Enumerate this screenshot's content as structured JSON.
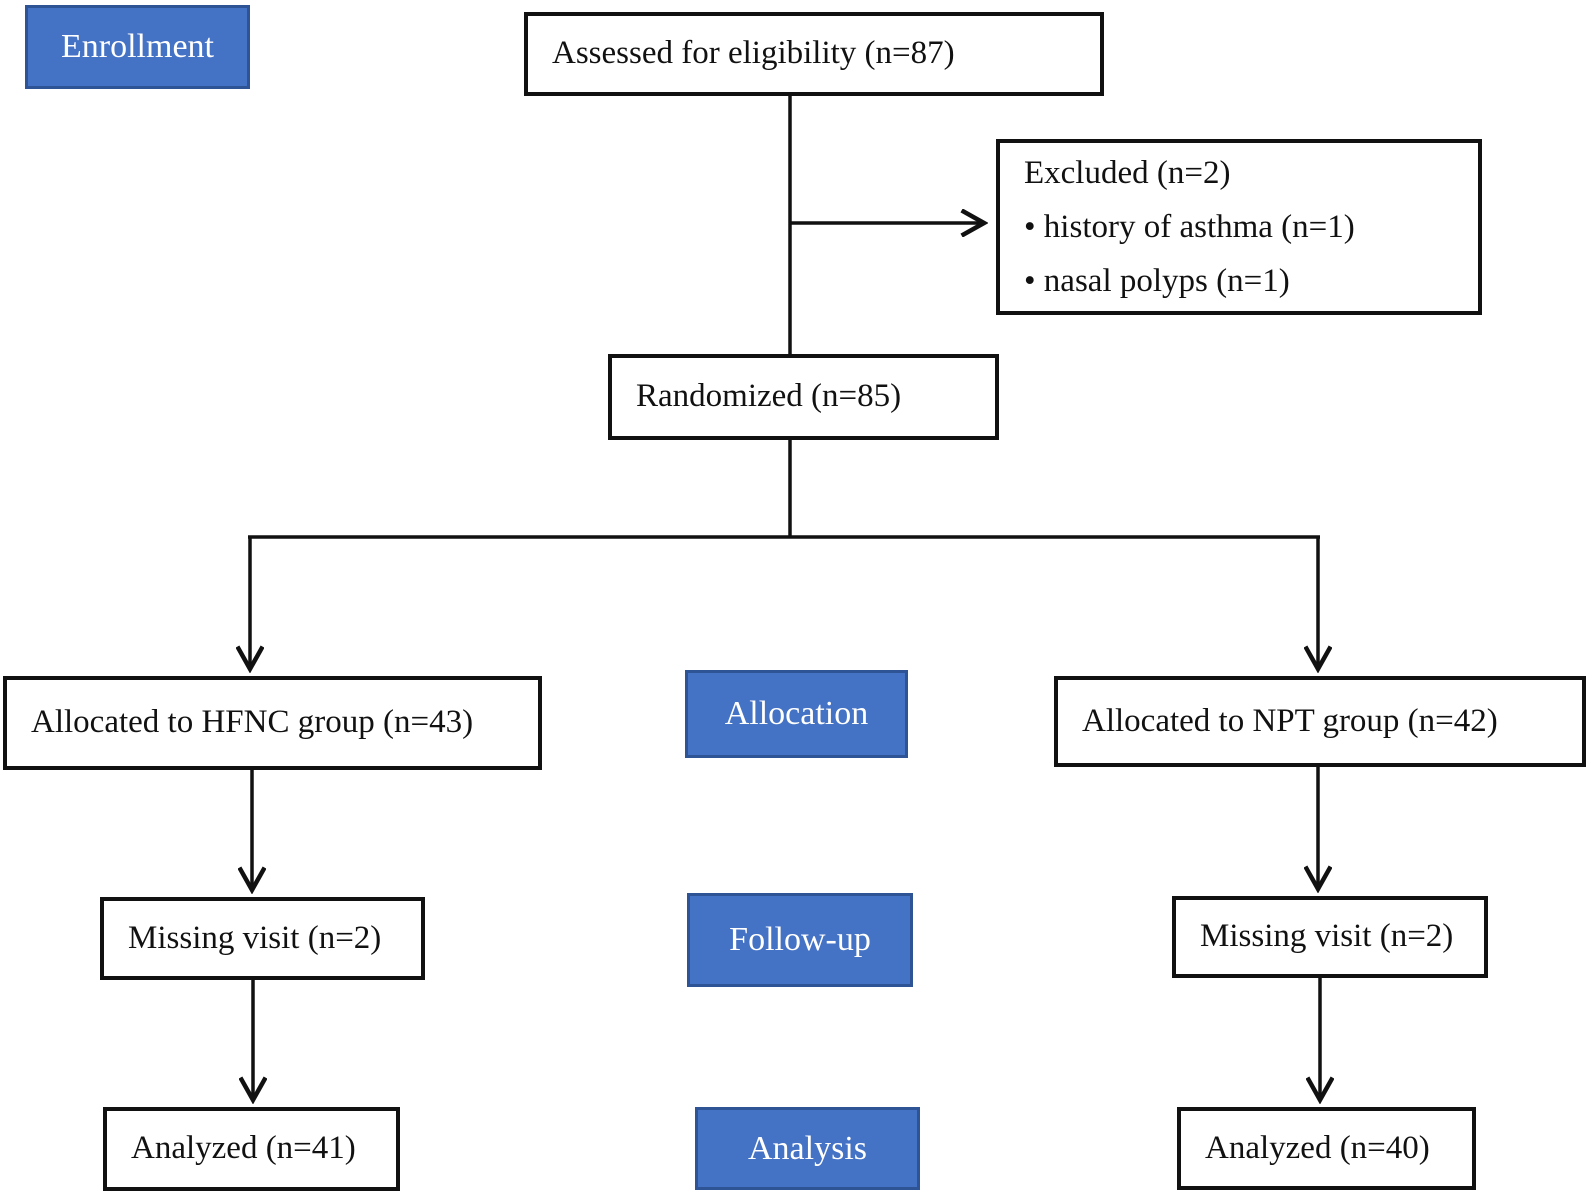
{
  "colors": {
    "stage_fill": "#4472c4",
    "stage_border": "#2f5496",
    "stage_text": "#ffffff",
    "line_color": "#111111",
    "box_fill": "#ffffff",
    "box_border": "#111111",
    "box_text": "#111111",
    "page_bg": "#ffffff"
  },
  "stages": {
    "enrollment": {
      "label": "Enrollment"
    },
    "allocation": {
      "label": "Allocation"
    },
    "followup": {
      "label": "Follow-up"
    },
    "analysis": {
      "label": "Analysis"
    }
  },
  "boxes": {
    "assessed": {
      "label": "Assessed for eligibility (n=87)"
    },
    "excluded": {
      "title": "Excluded (n=2)",
      "items": [
        "• history of asthma (n=1)",
        "• nasal polyps (n=1)"
      ]
    },
    "randomized": {
      "label": "Randomized (n=85)"
    },
    "allocated_hfnc": {
      "label": "Allocated to HFNC group (n=43)"
    },
    "allocated_npt": {
      "label": "Allocated to NPT group (n=42)"
    },
    "missing_hfnc": {
      "label": "Missing visit (n=2)"
    },
    "missing_npt": {
      "label": "Missing visit (n=2)"
    },
    "analyzed_hfnc": {
      "label": "Analyzed (n=41)"
    },
    "analyzed_npt": {
      "label": "Analyzed (n=40)"
    }
  },
  "edges": [
    {
      "from": "assessed",
      "to": "randomized",
      "arrow": false
    },
    {
      "from": "assessed",
      "to": "excluded",
      "arrow": true
    },
    {
      "from": "randomized",
      "to": "allocated_hfnc",
      "arrow": true
    },
    {
      "from": "randomized",
      "to": "allocated_npt",
      "arrow": true
    },
    {
      "from": "allocated_hfnc",
      "to": "missing_hfnc",
      "arrow": true
    },
    {
      "from": "allocated_npt",
      "to": "missing_npt",
      "arrow": true
    },
    {
      "from": "missing_hfnc",
      "to": "analyzed_hfnc",
      "arrow": true
    },
    {
      "from": "missing_npt",
      "to": "analyzed_npt",
      "arrow": true
    }
  ]
}
